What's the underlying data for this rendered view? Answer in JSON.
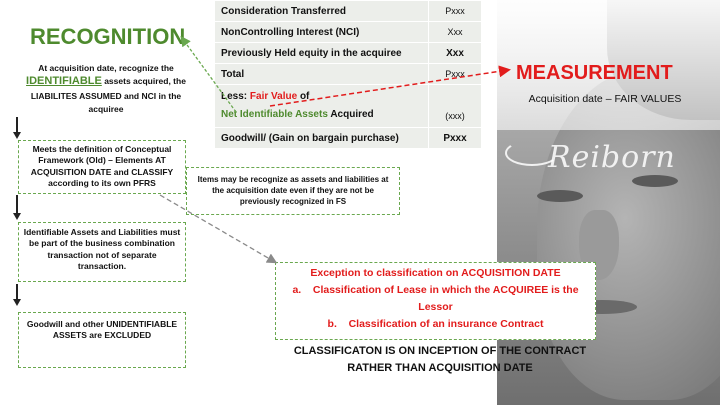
{
  "recognition": {
    "title": "RECOGNITION",
    "text_before": "At acquisition date, recognize the",
    "identifiable": "IDENTIFIABLE",
    "text_after": "assets acquired, the LIABILITES ASSUMED and NCI in the acquiree"
  },
  "steps": [
    "Meets the definition of Conceptual Framework (Old) – Elements AT ACQUISITION DATE and CLASSIFY according to its own PFRS",
    "Identifiable Assets and Liabilities must be part of the business combination transaction not of separate transaction.",
    "Goodwill and other UNIDENTIFIABLE ASSETS are EXCLUDED"
  ],
  "side_note": "Items may be recognize as assets and liabilities at the acquisition date even if they are not be previously recognized in FS",
  "table": {
    "rows": [
      {
        "label": "Consideration Transferred",
        "amount": "Pxxx"
      },
      {
        "label": "NonControlling Interest (NCI)",
        "amount": "Xxx"
      },
      {
        "label": "Previously Held equity in the acquiree",
        "amount": "Xxx"
      },
      {
        "label": "Total",
        "amount": "Pxxx"
      },
      {
        "label_less": "Less:",
        "label_fv": "Fair Value",
        "label_of": "of",
        "label_nia": "Net Identifiable Assets",
        "label_acq": "Acquired",
        "amount": "(xxx)"
      },
      {
        "label": "Goodwill/ (Gain on bargain purchase)",
        "amount": "Pxxx"
      }
    ]
  },
  "measurement": {
    "title": "MEASUREMENT",
    "subtitle": "Acquisition date – FAIR VALUES"
  },
  "exception": {
    "title": "Exception to classification on ACQUISITION DATE",
    "item_a_marker": "a.",
    "item_a": "Classification of Lease in which the ACQUIREE is the Lessor",
    "item_b_marker": "b.",
    "item_b": "Classification of an insurance Contract"
  },
  "classification_note": "CLASSIFICATON IS ON INCEPTION OF THE CONTRACT RATHER THAN ACQUISITION DATE",
  "watermark": "Reiborn",
  "colors": {
    "green": "#4e8a2e",
    "red": "#e21c1c",
    "table_bg": "#eceeea"
  }
}
